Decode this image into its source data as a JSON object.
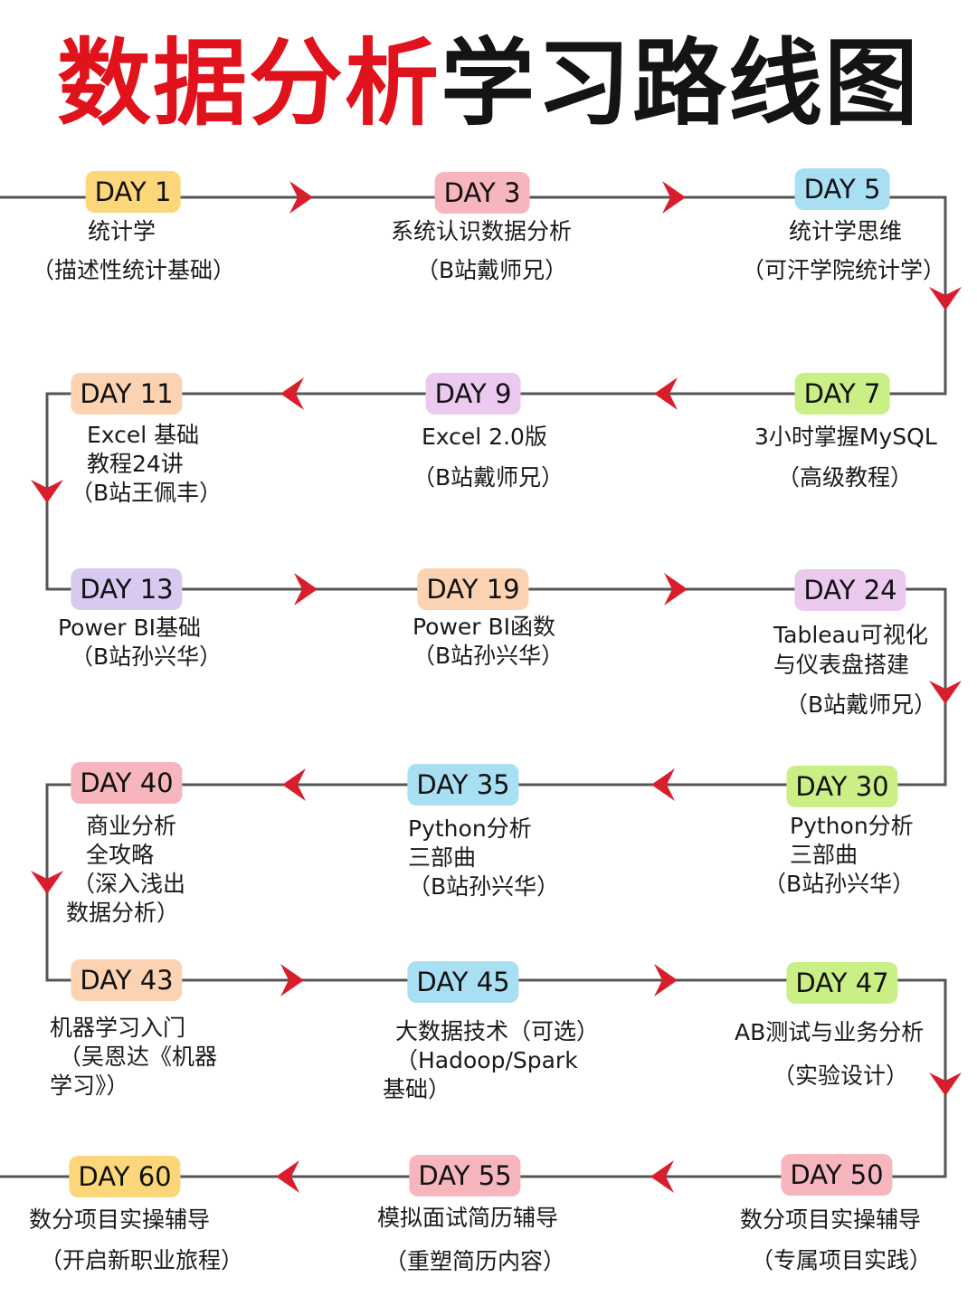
{
  "title": {
    "part1": "数据分析",
    "part2": "学习路线图"
  },
  "colors": {
    "title_red": "#e0121b",
    "title_black": "#141414",
    "line": "#555555",
    "arrow": "#d81e2c",
    "badge_yellow": "#fbd77a",
    "badge_pink": "#f7b5bd",
    "badge_blue": "#a9dff2",
    "badge_green": "#c9ef86",
    "badge_peach": "#fbd3b2",
    "badge_lilac": "#ecc9ee",
    "badge_lavender": "#d8c9f0"
  },
  "steps": [
    {
      "badge": "DAY 1",
      "lines": [
        "统计学",
        "（描述性统计基础）"
      ]
    },
    {
      "badge": "DAY 3",
      "lines": [
        "系统认识数据分析",
        "（B站戴师兄）"
      ]
    },
    {
      "badge": "DAY 5",
      "lines": [
        "统计学思维",
        "（可汗学院统计学）"
      ]
    },
    {
      "badge": "DAY 7",
      "lines": [
        "3小时掌握MySQL",
        "（高级教程）"
      ]
    },
    {
      "badge": "DAY 9",
      "lines": [
        "Excel 2.0版",
        "（B站戴师兄）"
      ]
    },
    {
      "badge": "DAY 11",
      "lines": [
        "Excel 基础",
        "教程24讲",
        "（B站王佩丰）"
      ]
    },
    {
      "badge": "DAY 13",
      "lines": [
        "Power BI基础",
        "（B站孙兴华）"
      ]
    },
    {
      "badge": "DAY 19",
      "lines": [
        "Power BI函数",
        "（B站孙兴华）"
      ]
    },
    {
      "badge": "DAY 24",
      "lines": [
        "Tableau可视化",
        "与仪表盘搭建",
        "（B站戴师兄）"
      ]
    },
    {
      "badge": "DAY 30",
      "lines": [
        "Python分析",
        "三部曲",
        "（B站孙兴华）"
      ]
    },
    {
      "badge": "DAY 35",
      "lines": [
        "Python分析",
        "三部曲",
        "（B站孙兴华）"
      ]
    },
    {
      "badge": "DAY 40",
      "lines": [
        "商业分析",
        "全攻略",
        "（深入浅出",
        "数据分析）"
      ]
    },
    {
      "badge": "DAY 43",
      "lines": [
        "机器学习入门",
        "（吴恩达《机器",
        "学习》）"
      ]
    },
    {
      "badge": "DAY 45",
      "lines": [
        "大数据技术（可选）",
        "（Hadoop/Spark",
        "基础）"
      ]
    },
    {
      "badge": "DAY 47",
      "lines": [
        "AB测试与业务分析",
        "（实验设计）"
      ]
    },
    {
      "badge": "DAY 50",
      "lines": [
        "数分项目实操辅导",
        "（专属项目实践）"
      ]
    },
    {
      "badge": "DAY 55",
      "lines": [
        "模拟面试简历辅导",
        "（重塑简历内容）"
      ]
    },
    {
      "badge": "DAY 60",
      "lines": [
        "数分项目实操辅导",
        "（开启新职业旅程）"
      ]
    }
  ]
}
